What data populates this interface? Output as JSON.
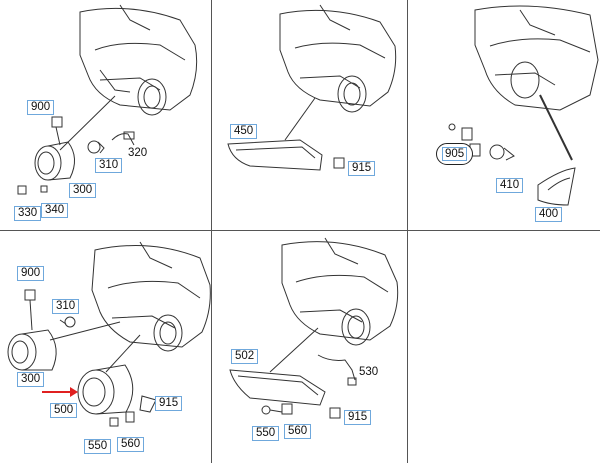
{
  "panels": {
    "fog_lamp_single": {
      "callouts": {
        "c900": "900",
        "c310": "310",
        "c320": "320",
        "c300": "300",
        "c330": "330",
        "c340": "340"
      }
    },
    "daytime_light": {
      "callouts": {
        "c450": "450",
        "c915": "915"
      }
    },
    "side_marker": {
      "callouts": {
        "c905": "905",
        "c410": "410",
        "c400": "400"
      }
    },
    "fog_lamp_pair": {
      "callouts": {
        "c900": "900",
        "c310": "310",
        "c300": "300",
        "c500": "500",
        "c915": "915",
        "c550": "550",
        "c560": "560"
      }
    },
    "led_strip": {
      "callouts": {
        "c502": "502",
        "c530": "530",
        "c550": "550",
        "c560": "560",
        "c915": "915"
      }
    }
  },
  "colors": {
    "callout_border": "#6fa8dc",
    "arrow": "#e02020",
    "line": "#333333"
  }
}
